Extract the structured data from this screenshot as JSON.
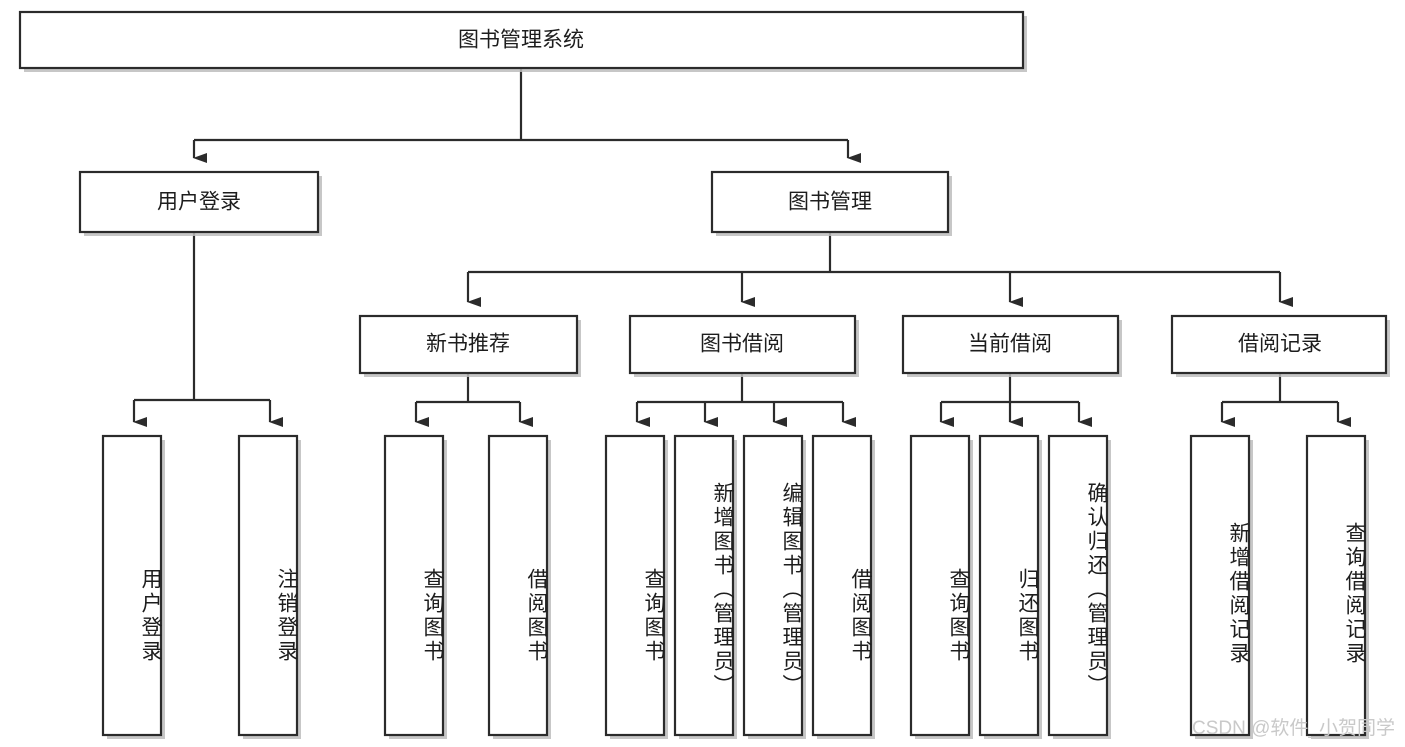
{
  "diagram": {
    "type": "hierarchy-tree",
    "title": "图书管理系统",
    "orientation": "top-down",
    "colors": {
      "stroke": "#2b2b2b",
      "fill": "#ffffff",
      "text": "#1d1d1d",
      "shadow": "#bdbdbd",
      "watermark": "#c9c9c9"
    },
    "levels": {
      "root": {
        "label": "图书管理系统"
      },
      "level2": [
        {
          "label": "用户登录"
        },
        {
          "label": "图书管理"
        }
      ],
      "level3": [
        {
          "label": "新书推荐",
          "parent": "图书管理"
        },
        {
          "label": "图书借阅",
          "parent": "图书管理"
        },
        {
          "label": "当前借阅",
          "parent": "图书管理"
        },
        {
          "label": "借阅记录",
          "parent": "图书管理"
        }
      ],
      "leaves": [
        {
          "label": "用户登录",
          "parent": "用户登录"
        },
        {
          "label": "注销登录",
          "parent": "用户登录"
        },
        {
          "label": "查询图书",
          "parent": "新书推荐"
        },
        {
          "label": "借阅图书",
          "parent": "新书推荐"
        },
        {
          "label": "查询图书",
          "parent": "图书借阅"
        },
        {
          "label": "新增图书（管理员）",
          "parent": "图书借阅"
        },
        {
          "label": "编辑图书（管理员）",
          "parent": "图书借阅"
        },
        {
          "label": "借阅图书",
          "parent": "图书借阅"
        },
        {
          "label": "查询图书",
          "parent": "当前借阅"
        },
        {
          "label": "归还图书",
          "parent": "当前借阅"
        },
        {
          "label": "确认归还（管理员）",
          "parent": "当前借阅"
        },
        {
          "label": "新增借阅记录",
          "parent": "借阅记录"
        },
        {
          "label": "查询借阅记录",
          "parent": "借阅记录"
        }
      ]
    }
  },
  "watermark": {
    "text": "CSDN @软件_小贺同学"
  }
}
